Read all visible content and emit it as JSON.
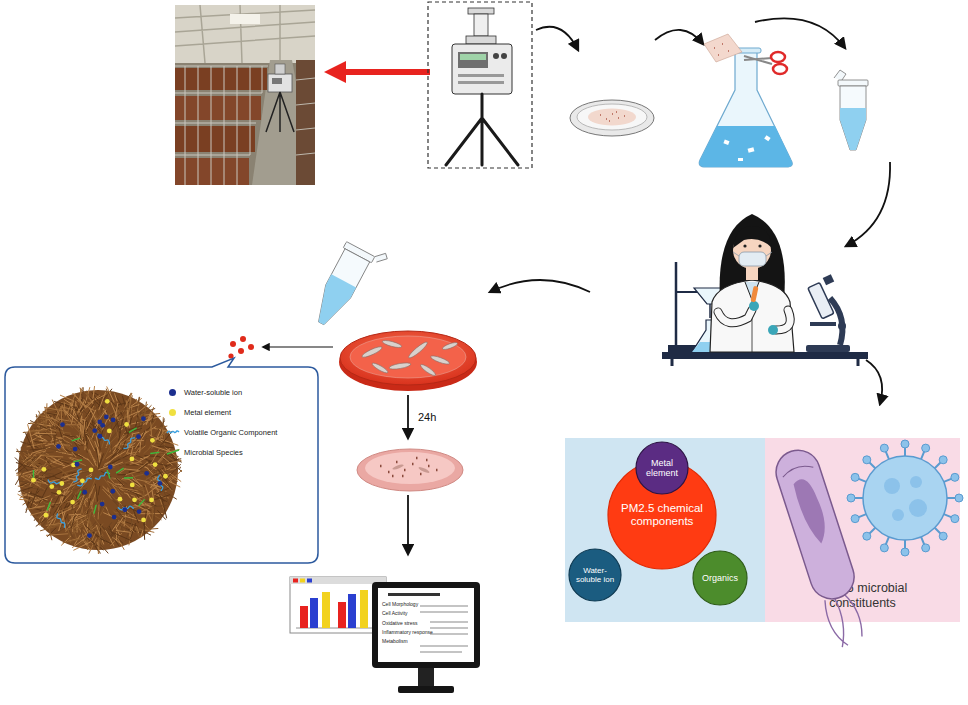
{
  "diagram": {
    "nodes": [
      {
        "text": [
          "Metal element"
        ]
      },
      {
        "text": [
          "PM2.5 chemical components"
        ]
      },
      {
        "text": [
          "Water-soluble ion"
        ]
      },
      {
        "text": [
          "Organics"
        ]
      },
      {
        "text": [
          "PM2.5 microbial constituents"
        ]
      },
      {
        "text": [
          "Cell Morphology",
          "Cell Activity",
          "Oxidative stress",
          "Inflammatory response",
          "Metabolism"
        ]
      }
    ],
    "labels": [
      "24h"
    ],
    "legend": [
      {
        "text": "Water-soluble ion",
        "color": "#1c2f8f"
      },
      {
        "text": "Metal element",
        "color": "#f0e040"
      },
      {
        "text": "Volatile Organic Component"
      },
      {
        "text": "Microbial Species"
      }
    ]
  }
}
